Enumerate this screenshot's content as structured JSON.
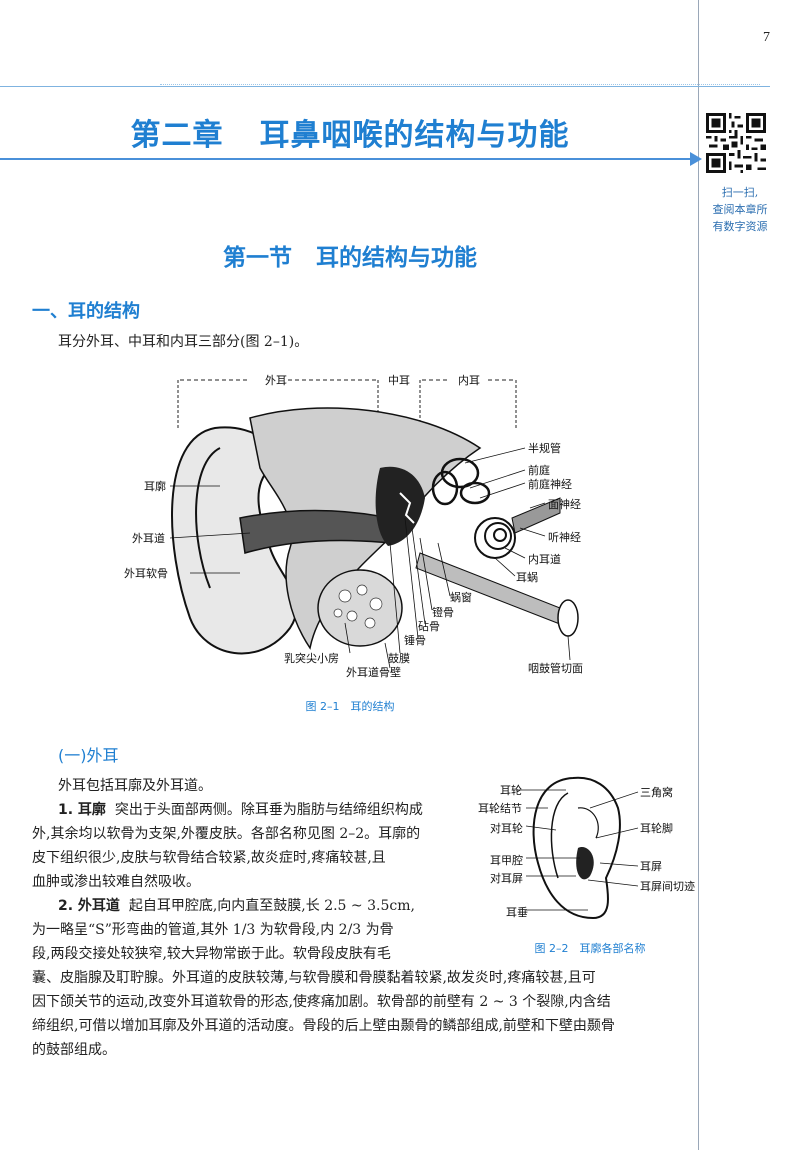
{
  "page_number": "7",
  "chapter": {
    "number": "第二章",
    "title": "耳鼻咽喉的结构与功能"
  },
  "qr": {
    "caption_lines": [
      "扫一扫,",
      "查阅本章所",
      "有数字资源"
    ]
  },
  "section": {
    "number": "第一节",
    "title": "耳的结构与功能"
  },
  "heading1": "一、耳的结构",
  "intro": "耳分外耳、中耳和内耳三部分(图 2–1)。",
  "figure1": {
    "regions": [
      "外耳",
      "中耳",
      "内耳"
    ],
    "labels_left": [
      "耳廓",
      "外耳道",
      "外耳软骨"
    ],
    "labels_right": [
      "半规管",
      "前庭",
      "前庭神经",
      "面神经",
      "听神经",
      "内耳道",
      "耳蜗",
      "蜗窗",
      "镫骨",
      "砧骨",
      "锤骨"
    ],
    "labels_bottom": [
      "乳突尖小房",
      "鼓膜",
      "外耳道骨壁",
      "咽鼓管切面"
    ],
    "caption": "图 2–1　耳的结构"
  },
  "heading2": "(一)外耳",
  "figure2": {
    "labels_left": [
      "耳轮",
      "耳轮结节",
      "对耳轮",
      "耳甲腔",
      "对耳屏",
      "耳垂"
    ],
    "labels_right": [
      "三角窝",
      "耳轮脚",
      "耳屏",
      "耳屏间切迹"
    ],
    "caption": "图 2–2　耳廓各部名称"
  },
  "paragraphs": {
    "p1": "外耳包括耳廓及外耳道。",
    "p2_term": "1. 耳廓",
    "p2_lines": [
      "突出于头面部两侧。除耳垂为脂肪与结缔组织构成",
      "外,其余均以软骨为支架,外覆皮肤。各部名称见图 2–2。耳廓的",
      "皮下组织很少,皮肤与软骨结合较紧,故炎症时,疼痛较甚,且",
      "血肿或渗出较难自然吸收。"
    ],
    "p3_term": "2. 外耳道",
    "p3_lines": [
      "起自耳甲腔底,向内直至鼓膜,长 2.5 ~ 3.5cm,",
      "为一略呈“S”形弯曲的管道,其外 1/3 为软骨段,内 2/3 为骨",
      "段,两段交接处较狭窄,较大异物常嵌于此。软骨段皮肤有毛",
      "囊、皮脂腺及耵聍腺。外耳道的皮肤较薄,与软骨膜和骨膜黏着较紧,故发炎时,疼痛较甚,且可",
      "因下颌关节的运动,改变外耳道软骨的形态,使疼痛加剧。软骨部的前壁有 2 ~ 3 个裂隙,内含结",
      "缔组织,可借以增加耳廓及外耳道的活动度。骨段的后上壁由颞骨的鳞部组成,前壁和下壁由颞骨",
      "的鼓部组成。"
    ]
  },
  "colors": {
    "accent": "#1f7fd1",
    "text": "#222222"
  }
}
